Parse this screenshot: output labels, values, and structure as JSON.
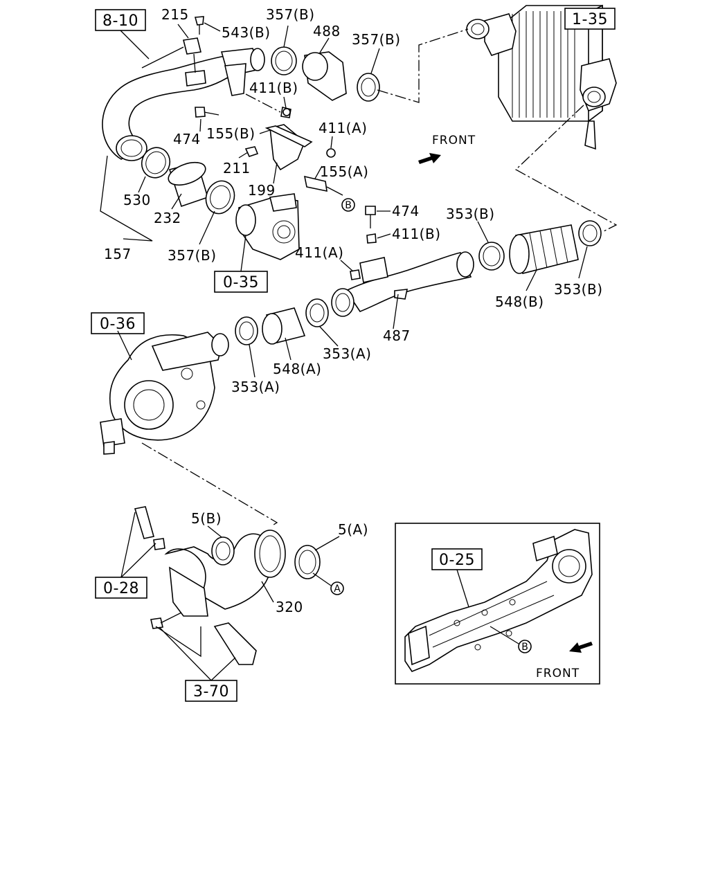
{
  "references": {
    "r8_10": "8-10",
    "r1_35": "1-35",
    "r0_35": "0-35",
    "r0_36": "0-36",
    "r0_28": "0-28",
    "r3_70": "3-70",
    "r0_25": "0-25"
  },
  "parts": {
    "p215": "215",
    "p543b": "543(B)",
    "p357b_top": "357(B)",
    "p488": "488",
    "p357b_right": "357(B)",
    "p411b_top": "411(B)",
    "p474_left": "474",
    "p155b": "155(B)",
    "p411a_top": "411(A)",
    "p211": "211",
    "p155a": "155(A)",
    "p199": "199",
    "p530": "530",
    "p232": "232",
    "p157": "157",
    "p357b_low": "357(B)",
    "p474_mid": "474",
    "p411b_mid": "411(B)",
    "p411a_mid": "411(A)",
    "p353b_top": "353(B)",
    "p548b": "548(B)",
    "p353b_right": "353(B)",
    "p487": "487",
    "p353a_right": "353(A)",
    "p548a": "548(A)",
    "p353a_left": "353(A)",
    "p5b": "5(B)",
    "p5a": "5(A)",
    "p320": "320"
  },
  "markers": {
    "a": "A",
    "b": "B",
    "b_inset": "B"
  },
  "front_labels": {
    "main": "FRONT",
    "inset": "FRONT"
  }
}
